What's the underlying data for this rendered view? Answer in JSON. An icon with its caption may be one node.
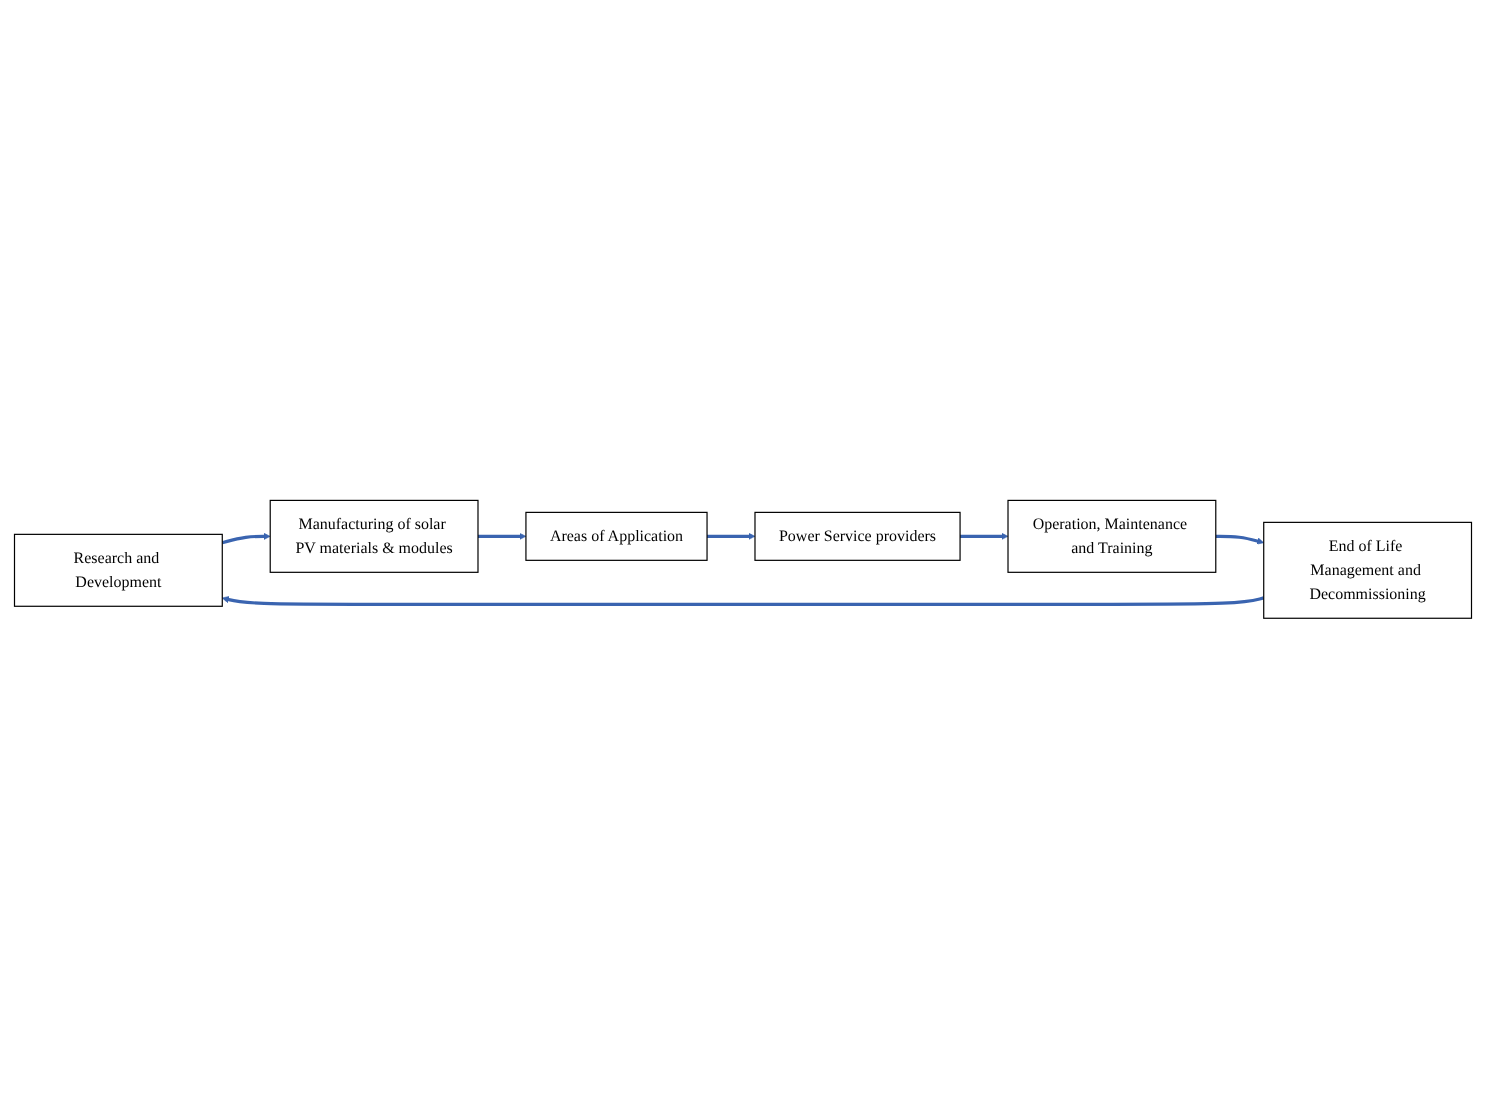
{
  "diagram": {
    "nodes": [
      {
        "text": [
          "Research and Development"
        ]
      },
      {
        "text": [
          "Manufacturing of solar PV materials & modules"
        ]
      },
      {
        "text": [
          "Areas of Application"
        ]
      },
      {
        "text": [
          "Power Service providers"
        ]
      },
      {
        "text": [
          "Operation, Maintenance and Training"
        ]
      },
      {
        "text": [
          "End of Life Management and Decommissioning"
        ]
      }
    ],
    "edges": [
      {
        "from": 0,
        "to": 1,
        "arrow": "to"
      },
      {
        "from": 1,
        "to": 2,
        "arrow": "to"
      },
      {
        "from": 2,
        "to": 3,
        "arrow": "to"
      },
      {
        "from": 3,
        "to": 4,
        "arrow": "to"
      },
      {
        "from": 4,
        "to": 5,
        "arrow": "to"
      },
      {
        "from": 5,
        "to": 0,
        "arrow": "to"
      }
    ]
  }
}
